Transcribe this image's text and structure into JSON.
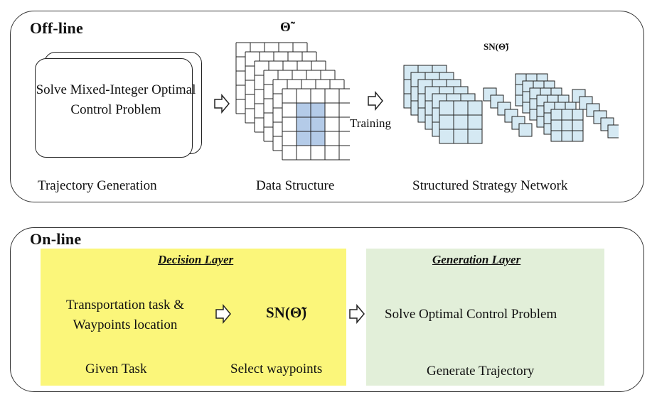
{
  "offline": {
    "title": "Off-line",
    "mip_text": "Solve Mixed-Integer Optimal Control Problem",
    "caption_trajectory": "Trajectory Generation",
    "theta_symbol": "Θ̃",
    "caption_data_structure": "Data Structure",
    "training_label": "Training",
    "sn_label": "SN(Θ̃)",
    "caption_network": "Structured Strategy Network"
  },
  "online": {
    "title": "On-line",
    "decision_layer_title": "Decision Layer",
    "task_text": "Transportation task & Waypoints location",
    "sn_label": "SN(Θ̃)",
    "caption_given_task": "Given Task",
    "caption_select_waypoints": "Select waypoints",
    "generation_layer_title": "Generation Layer",
    "solve_text": "Solve Optimal Control Problem",
    "caption_generate": "Generate Trajectory"
  },
  "colors": {
    "decision_layer_bg": "#fbf67a",
    "generation_layer_bg": "#e2efd9",
    "grid_highlight": "#b4cbe8",
    "network_fill": "#d5e9f3"
  }
}
